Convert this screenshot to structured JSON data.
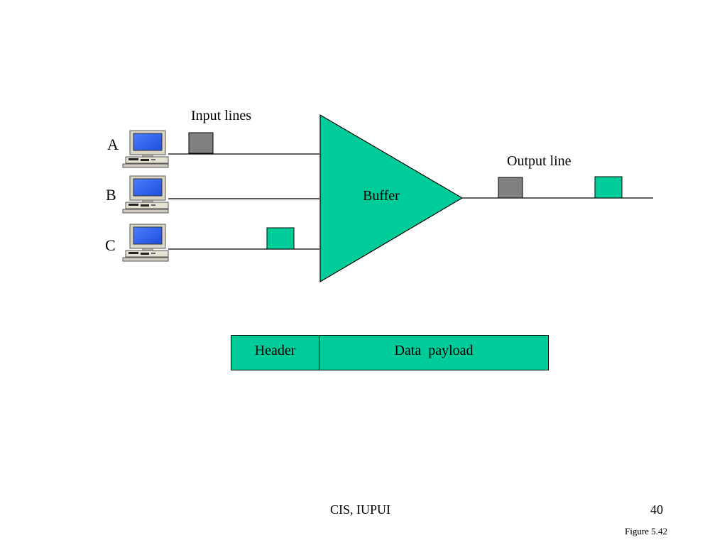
{
  "diagram": {
    "input_lines_label": "Input lines",
    "output_line_label": "Output line",
    "buffer_label": "Buffer",
    "hosts": [
      {
        "id": "A",
        "label": "A"
      },
      {
        "id": "B",
        "label": "B"
      },
      {
        "id": "C",
        "label": "C"
      }
    ],
    "packet_colors": {
      "gray": "#808080",
      "green": "#00cc99"
    },
    "buffer_color": "#00cc99"
  },
  "frame": {
    "header_label": "Header",
    "payload_label": "Data  payload"
  },
  "footer": {
    "org": "CIS, IUPUI",
    "page_number": "40",
    "figure_label": "Figure 5.42"
  }
}
